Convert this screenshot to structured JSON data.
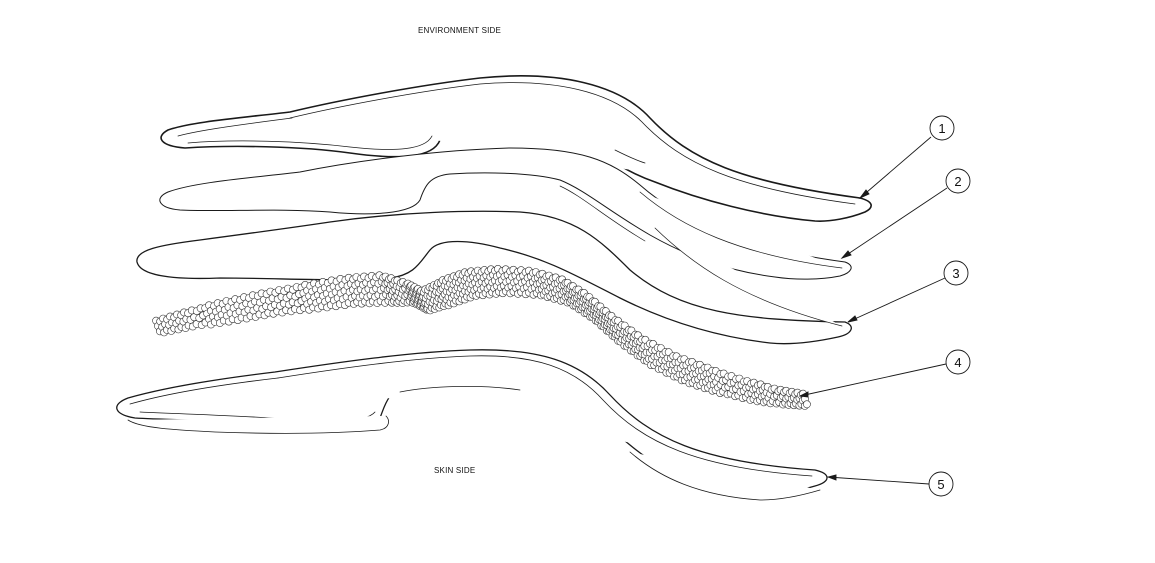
{
  "labels": {
    "environment_side": "ENVIRONMENT SIDE",
    "skin_side": "SKIN SIDE"
  },
  "callouts": [
    "1",
    "2",
    "3",
    "4",
    "5"
  ],
  "colors": {
    "line": "#1a1a1a",
    "fill": "#ffffff",
    "bead_stroke": "#333333"
  }
}
